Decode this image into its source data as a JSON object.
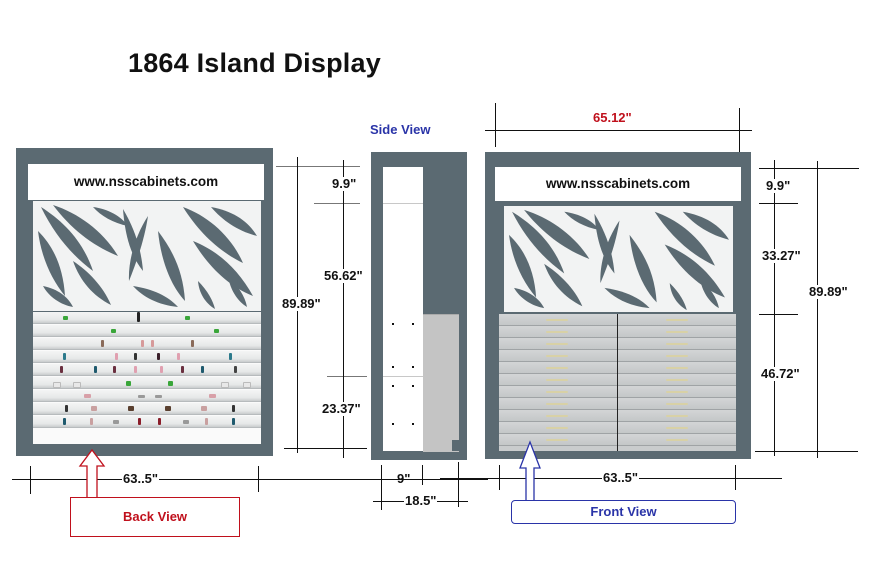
{
  "title": "1864 Island Display",
  "views": {
    "back": {
      "label": "Back View",
      "sign_text": "www.nsscabinets.com",
      "width_dim": "63..5\"",
      "height_dim": "89.89\"",
      "sign_dim": "9.9\"",
      "upper_dim": "56.62\"",
      "lower_dim": "23.37\"",
      "callout_color": "#c0101c"
    },
    "side": {
      "label": "Side View",
      "depth_inner_dim": "9\"",
      "depth_total_dim": "18.5\"",
      "label_color": "#2a34a8"
    },
    "front": {
      "label": "Front View",
      "sign_text": "www.nsscabinets.com",
      "overall_width_dim": "65.12\"",
      "width_dim": "63..5\"",
      "height_dim": "89.89\"",
      "sign_dim": "9.9\"",
      "panel_dim": "33.27\"",
      "drawers_dim": "46.72\"",
      "callout_color": "#2a34a8",
      "drawer_columns": 2,
      "drawer_rows": 11
    }
  },
  "colors": {
    "cabinet_frame": "#5b6a72",
    "panel_white": "#f2f3f3",
    "drawer_gray": "#c9cccd",
    "dimension_red": "#c0101c",
    "label_blue": "#2a34a8"
  }
}
